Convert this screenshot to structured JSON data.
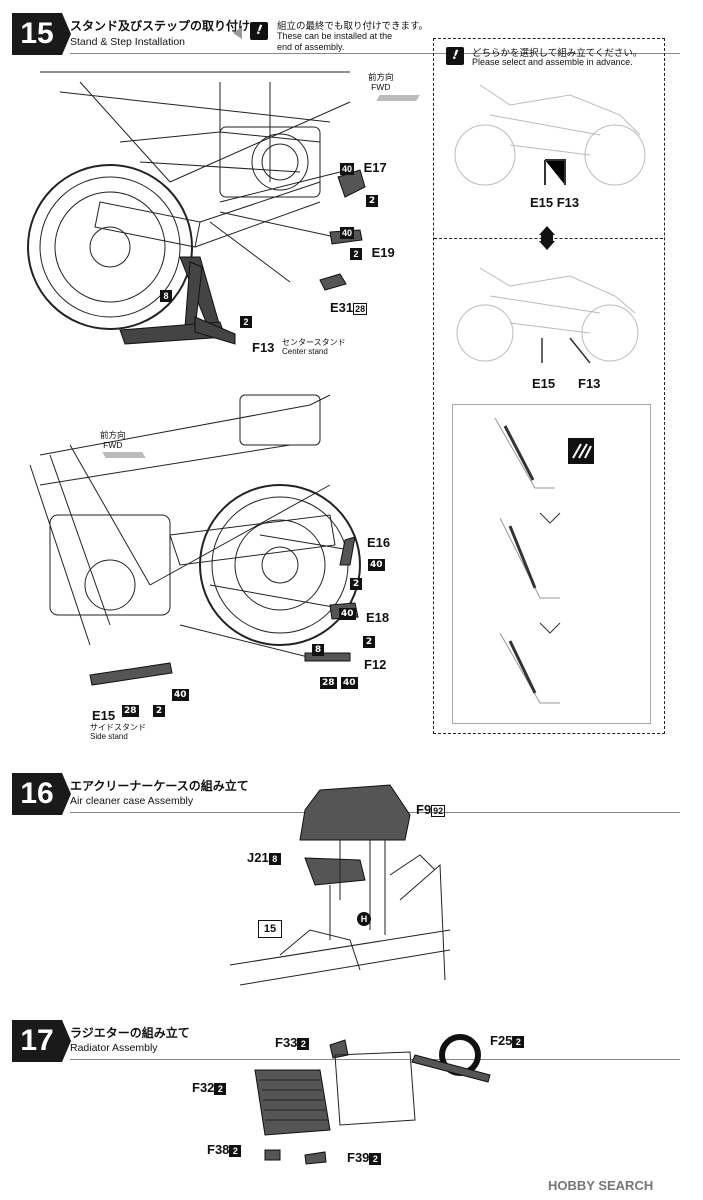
{
  "step15": {
    "number": "15",
    "title_jp": "スタンド及びステップの取り付け",
    "title_en": "Stand & Step Installation",
    "note_jp": "組立の最終でも取り付けできます。",
    "note_en_line1": "These can be installed at the",
    "note_en_line2": "end of assembly.",
    "fwd_jp": "前方向",
    "fwd_en": "FWD",
    "top_parts": {
      "e17": {
        "name": "E17",
        "badge1": "40",
        "badge2": "2"
      },
      "e19": {
        "name": "E19",
        "badge1": "40",
        "badge2": "2"
      },
      "e31": {
        "name": "E31",
        "badge": "28"
      },
      "f13": {
        "name": "F13",
        "badge1": "8",
        "badge2": "2",
        "sub_jp": "センタースタンド",
        "sub_en": "Center stand"
      }
    },
    "bottom_parts": {
      "e16": {
        "name": "E16",
        "badge1": "40",
        "badge2": "2"
      },
      "e18": {
        "name": "E18",
        "badge1": "40",
        "badge2": "2"
      },
      "f12": {
        "name": "F12",
        "badge1": "8",
        "badge2": "28",
        "badge3": "40"
      },
      "e15": {
        "name": "E15",
        "badge1": "28",
        "badge2": "2",
        "badge3": "40",
        "sub_jp": "サイドスタンド",
        "sub_en": "Side stand"
      }
    },
    "select_box": {
      "note_jp": "どちらかを選択して組み立てください。",
      "note_en": "Please select and assemble in advance.",
      "label_upper": "E15 F13",
      "label_e15": "E15",
      "label_f13": "F13"
    }
  },
  "step16": {
    "number": "16",
    "title_jp": "エアクリーナーケースの組み立て",
    "title_en": "Air cleaner case Assembly",
    "f9": {
      "name": "F9",
      "badge": "92"
    },
    "j21": {
      "name": "J21",
      "badge": "8"
    },
    "ref": "15",
    "marker": "H"
  },
  "step17": {
    "number": "17",
    "title_jp": "ラジエターの組み立て",
    "title_en": "Radiator Assembly",
    "f33": {
      "name": "F33",
      "badge": "2"
    },
    "f25": {
      "name": "F25",
      "badge": "2"
    },
    "f32": {
      "name": "F32",
      "badge": "2"
    },
    "f38": {
      "name": "F38",
      "badge": "2"
    },
    "f39": {
      "name": "F39",
      "badge": "2"
    }
  },
  "watermark": "HOBBY SEARCH",
  "colors": {
    "ink": "#111111",
    "line": "#888888",
    "part_fill": "#555555"
  }
}
